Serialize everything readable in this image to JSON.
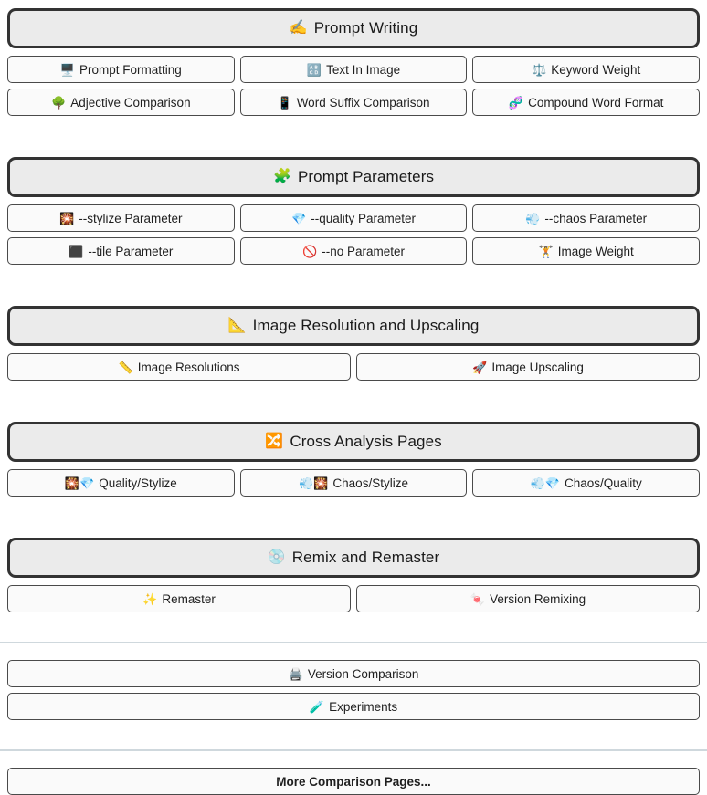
{
  "page": {
    "title": "Prompt Comparison Index",
    "colors": {
      "header_fill": "#ebebeb",
      "header_border": "#333333",
      "button_fill": "#fafafa",
      "button_border": "#4a4a4a",
      "divider": "#cfd8dd",
      "text": "#1f1f1f"
    }
  },
  "sections": [
    {
      "header": {
        "icon": "✍️",
        "icon_name": "writing-hand-icon",
        "label": "Prompt Writing"
      },
      "rows": [
        [
          {
            "icon": "🖥️",
            "icon_name": "desktop-computer-icon",
            "label": "Prompt Formatting"
          },
          {
            "icon": "🔠",
            "icon_name": "input-latin-uppercase-icon",
            "label": "Text In Image"
          },
          {
            "icon": "⚖️",
            "icon_name": "balance-scale-icon",
            "label": "Keyword Weight"
          }
        ],
        [
          {
            "icon": "🌳",
            "icon_name": "tree-icon",
            "label": "Adjective Comparison"
          },
          {
            "icon": "📱",
            "icon_name": "mobile-phone-icon",
            "label": "Word Suffix Comparison"
          },
          {
            "icon": "🧬",
            "icon_name": "dna-icon",
            "label": "Compound Word Format"
          }
        ]
      ]
    },
    {
      "header": {
        "icon": "🧩",
        "icon_name": "puzzle-piece-icon",
        "label": "Prompt Parameters"
      },
      "rows": [
        [
          {
            "icon": "🎇",
            "icon_name": "sparkler-icon",
            "label": "--stylize Parameter"
          },
          {
            "icon": "💎",
            "icon_name": "gem-icon",
            "label": "--quality Parameter"
          },
          {
            "icon": "💨",
            "icon_name": "dash-smoke-icon",
            "label": "--chaos Parameter"
          }
        ],
        [
          {
            "icon": "⬛",
            "icon_name": "black-square-icon",
            "label": "--tile Parameter"
          },
          {
            "icon": "🚫",
            "icon_name": "prohibited-icon",
            "label": "--no Parameter"
          },
          {
            "icon": "🏋️",
            "icon_name": "weight-lifter-icon",
            "label": "Image Weight"
          }
        ]
      ]
    },
    {
      "header": {
        "icon": "📐",
        "icon_name": "triangular-ruler-icon",
        "label": "Image Resolution and Upscaling"
      },
      "rows": [
        [
          {
            "icon": "📏",
            "icon_name": "straight-ruler-icon",
            "label": "Image Resolutions"
          },
          {
            "icon": "🚀",
            "icon_name": "rocket-icon",
            "label": "Image Upscaling"
          }
        ]
      ]
    },
    {
      "header": {
        "icon": "🔀",
        "icon_name": "shuffle-tracks-icon",
        "label": "Cross Analysis Pages"
      },
      "rows": [
        [
          {
            "icon": "🎇💎",
            "icon_name": "sparkler-gem-icon",
            "label": "Quality/Stylize"
          },
          {
            "icon": "💨🎇",
            "icon_name": "dash-sparkler-icon",
            "label": "Chaos/Stylize"
          },
          {
            "icon": "💨💎",
            "icon_name": "dash-gem-icon",
            "label": "Chaos/Quality"
          }
        ]
      ]
    },
    {
      "header": {
        "icon": "💿",
        "icon_name": "optical-disk-icon",
        "label": "Remix and Remaster"
      },
      "rows": [
        [
          {
            "icon": "✨",
            "icon_name": "sparkles-icon",
            "label": "Remaster"
          },
          {
            "icon": "🍬",
            "icon_name": "candy-icon",
            "label": "Version Remixing"
          }
        ]
      ]
    }
  ],
  "footer_group_one": {
    "rows": [
      [
        {
          "icon": "🖨️",
          "icon_name": "printer-icon",
          "label": "Version Comparison"
        }
      ],
      [
        {
          "icon": "🧪",
          "icon_name": "test-tube-icon",
          "label": "Experiments"
        }
      ]
    ]
  },
  "footer_group_two": {
    "rows": [
      [
        {
          "icon": "",
          "icon_name": "none-icon",
          "label": "More Comparison Pages...",
          "bold": true
        }
      ]
    ]
  }
}
